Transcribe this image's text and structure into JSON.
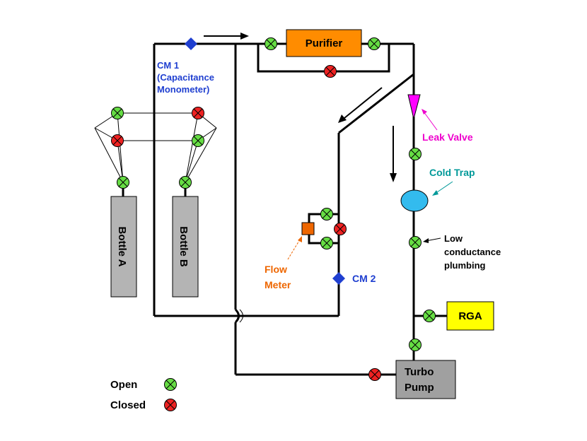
{
  "colors": {
    "pipe": "#000000",
    "open_valve": "#66dd44",
    "closed_valve": "#ee2222",
    "purifier": "#ff8c00",
    "bottle": "#b4b4b4",
    "turbo": "#a0a0a0",
    "rga": "#ffff00",
    "cold_trap": "#33bbee",
    "leak_valve": "#ff00ff",
    "gauge": "#1f3fd0",
    "flow_meter": "#ee6600",
    "cm_label": "#1f3fd0",
    "leak_label": "#ee00cc",
    "cold_label": "#009999",
    "flow_label": "#ee6600"
  },
  "labels": {
    "purifier": "Purifier",
    "cm1_line1": "CM 1",
    "cm1_line2": "(Capacitance",
    "cm1_line3": "Monometer)",
    "leak_valve": "Leak Valve",
    "cold_trap": "Cold Trap",
    "low_line1": "Low",
    "low_line2": "conductance",
    "low_line3": "plumbing",
    "flow_line1": "Flow",
    "flow_line2": "Meter",
    "cm2": "CM 2",
    "rga": "RGA",
    "turbo_line1": "Turbo",
    "turbo_line2": "Pump",
    "bottle_a": "Bottle A",
    "bottle_b": "Bottle B",
    "legend_open": "Open",
    "legend_closed": "Closed"
  },
  "valves": [
    {
      "id": "purifier-in",
      "state": "open"
    },
    {
      "id": "purifier-out",
      "state": "open"
    },
    {
      "id": "purifier-bypass",
      "state": "closed"
    },
    {
      "id": "manifold-top-left",
      "state": "open"
    },
    {
      "id": "manifold-top-right",
      "state": "closed"
    },
    {
      "id": "manifold-bottom-left",
      "state": "closed"
    },
    {
      "id": "manifold-bottom-right",
      "state": "open"
    },
    {
      "id": "bottle-a",
      "state": "open"
    },
    {
      "id": "bottle-b",
      "state": "open"
    },
    {
      "id": "flow-meter-upper",
      "state": "open"
    },
    {
      "id": "flow-meter-lower",
      "state": "open"
    },
    {
      "id": "flow-meter-bypass",
      "state": "closed"
    },
    {
      "id": "after-leak-valve",
      "state": "open"
    },
    {
      "id": "after-cold-trap",
      "state": "open"
    },
    {
      "id": "rga",
      "state": "open"
    },
    {
      "id": "above-turbo",
      "state": "open"
    },
    {
      "id": "turbo-inlet",
      "state": "closed"
    },
    {
      "id": "legend-open",
      "state": "open"
    },
    {
      "id": "legend-closed",
      "state": "closed"
    }
  ]
}
